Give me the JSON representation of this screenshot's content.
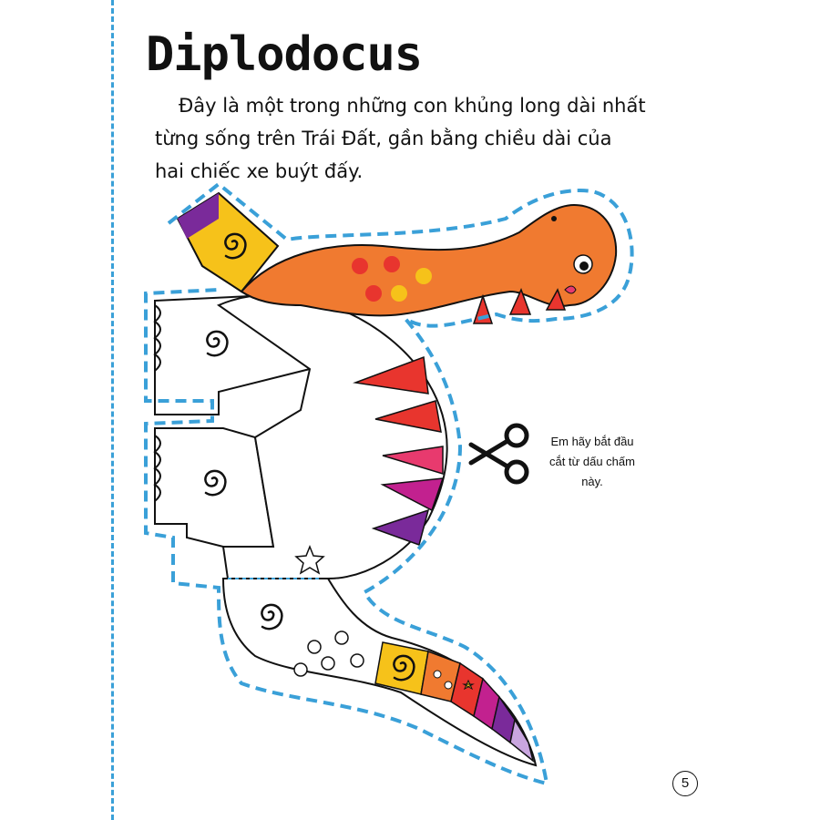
{
  "page": {
    "title": "Diplodocus",
    "intro": "Đây là một trong những con khủng long dài nhất từng sống trên Trái Đất, gần bằng chiều dài của hai chiếc xe buýt đấy.",
    "cut_note": "Em hãy bắt đầu cắt từ dấu chấm này.",
    "page_number": "5"
  },
  "colors": {
    "cut_line": "#3aa0d8",
    "neck_orange": "#f07a30",
    "red": "#e8352e",
    "pink": "#e83a6e",
    "magenta": "#c2218f",
    "purple": "#7a2a9a",
    "yellow": "#f6c21a",
    "lavender": "#c9a6df"
  },
  "icons": [
    "scissors-icon",
    "star-icon",
    "spiral-icon"
  ]
}
